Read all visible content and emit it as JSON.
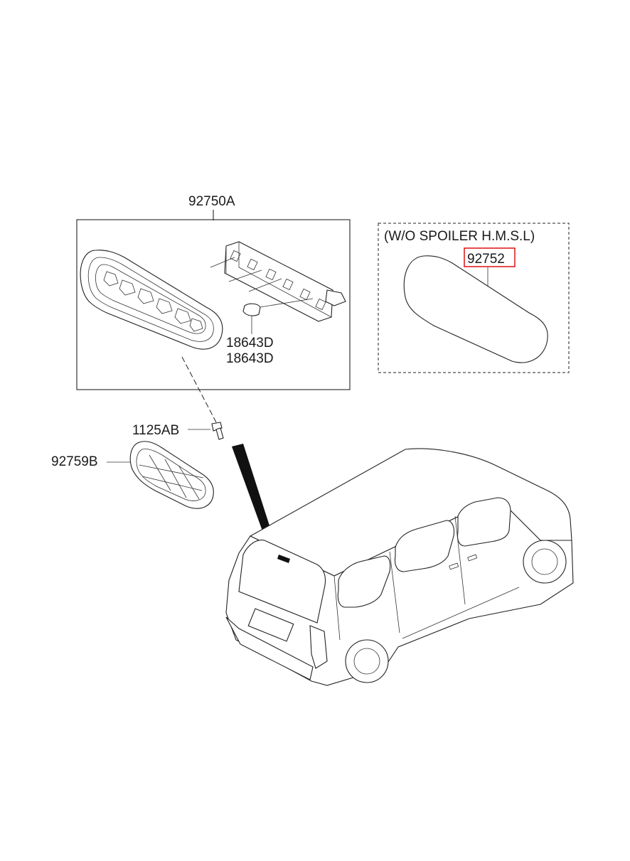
{
  "labels": {
    "assembly": "92750A",
    "bulb_socket_1": "18643D",
    "bulb_socket_2": "18643D",
    "screw": "1125AB",
    "cover": "92759B",
    "option_note": "(W/O SPOILER H.M.S.L)",
    "lamp_alt": "92752"
  },
  "colors": {
    "line": "#222222",
    "highlight": "#e02020",
    "background": "#ffffff"
  }
}
